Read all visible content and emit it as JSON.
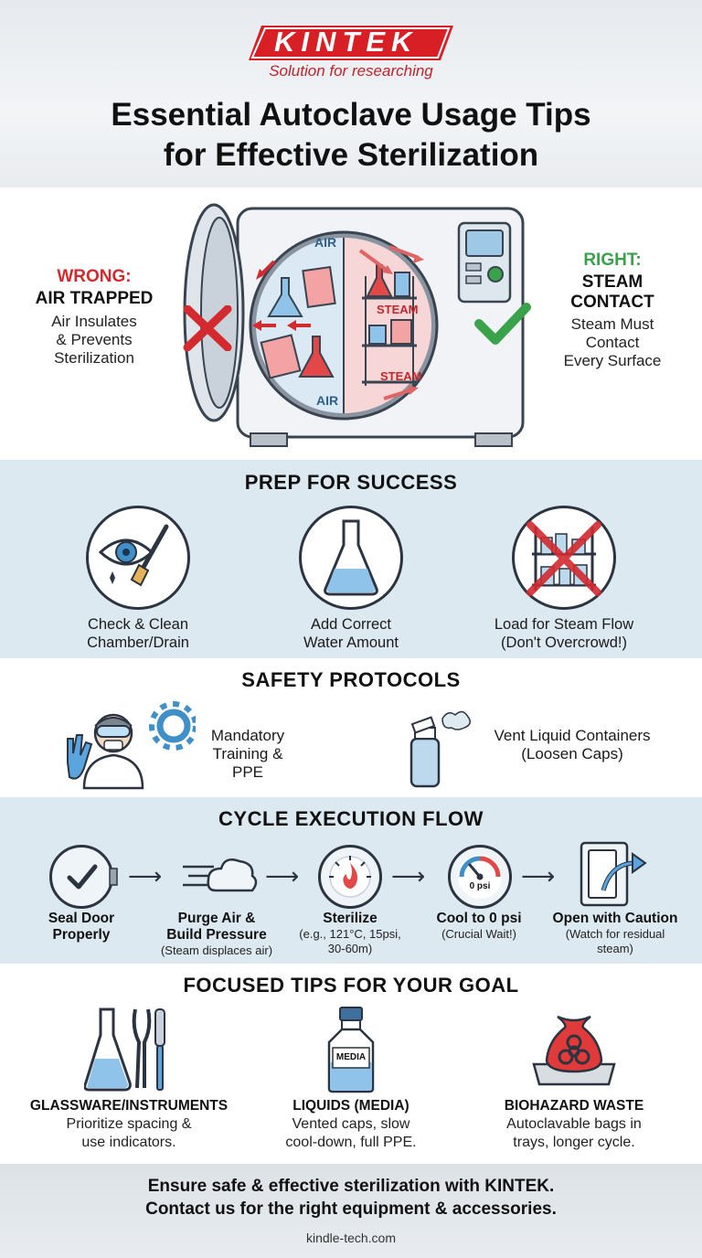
{
  "brand": {
    "name": "KINTEK",
    "tagline": "Solution for researching",
    "color": "#d91f26"
  },
  "title": {
    "line1": "Essential Autoclave Usage Tips",
    "line2": "for Effective Sterilization"
  },
  "hero": {
    "wrong": {
      "label": "WRONG:",
      "title": "AIR TRAPPED",
      "desc_lines": [
        "Air Insulates",
        "& Prevents",
        "Sterilization"
      ]
    },
    "right": {
      "label": "RIGHT:",
      "title_lines": [
        "STEAM",
        "CONTACT"
      ],
      "desc_lines": [
        "Steam Must",
        "Contact",
        "Every Surface"
      ]
    },
    "chamber_labels": {
      "air_top": "AIR",
      "air_bottom": "AIR",
      "steam_1": "STEAM",
      "steam_2": "STEAM"
    }
  },
  "prep": {
    "title": "PREP FOR SUCCESS",
    "items": [
      {
        "icon": "eye-brush-icon",
        "lines": [
          "Check & Clean",
          "Chamber/Drain"
        ]
      },
      {
        "icon": "flask-icon",
        "lines": [
          "Add Correct",
          "Water Amount"
        ]
      },
      {
        "icon": "overcrowded-shelf-icon",
        "lines": [
          "Load for Steam Flow",
          "(Don't Overcrowd!)"
        ]
      }
    ]
  },
  "safety": {
    "title": "SAFETY PROTOCOLS",
    "items": [
      {
        "icon": "scientist-ppe-icon",
        "lines": [
          "Mandatory",
          "Training & PPE"
        ]
      },
      {
        "icon": "vented-bottle-icon",
        "lines": [
          "Vent Liquid Containers",
          "(Loosen Caps)"
        ]
      }
    ]
  },
  "flow": {
    "title": "CYCLE EXECUTION FLOW",
    "steps": [
      {
        "icon": "sealed-door-icon",
        "title_lines": [
          "Seal Door",
          "Properly"
        ],
        "sub_lines": []
      },
      {
        "icon": "steam-cloud-icon",
        "title_lines": [
          "Purge Air &",
          "Build Pressure"
        ],
        "sub_lines": [
          "(Steam displaces air)"
        ]
      },
      {
        "icon": "flame-gauge-icon",
        "title_lines": [
          "Sterilize"
        ],
        "sub_lines": [
          "(e.g., 121°C, 15psi,",
          "30-60m)"
        ]
      },
      {
        "icon": "pressure-gauge-icon",
        "title_lines": [
          "Cool to 0 psi"
        ],
        "sub_lines": [
          "(Crucial Wait!)"
        ],
        "gauge_text": "0 psi"
      },
      {
        "icon": "open-door-icon",
        "title_lines": [
          "Open with Caution"
        ],
        "sub_lines": [
          "(Watch for residual",
          "steam)"
        ]
      }
    ]
  },
  "tips": {
    "title": "FOCUSED TIPS FOR YOUR GOAL",
    "items": [
      {
        "icon": "glassware-instruments-icon",
        "title": "GLASSWARE/INSTRUMENTS",
        "lines": [
          "Prioritize spacing &",
          "use indicators."
        ]
      },
      {
        "icon": "media-bottle-icon",
        "title": "LIQUIDS (MEDIA)",
        "lines": [
          "Vented caps, slow",
          "cool-down, full PPE."
        ],
        "bottle_label": "MEDIA"
      },
      {
        "icon": "biohazard-bag-icon",
        "title": "BIOHAZARD WASTE",
        "lines": [
          "Autoclavable bags in",
          "trays, longer cycle."
        ]
      }
    ]
  },
  "footer": {
    "line1": "Ensure safe & effective sterilization with KINTEK.",
    "line2": "Contact us for the right equipment & accessories.",
    "site": "kindle-tech.com"
  },
  "colors": {
    "wrong": "#d22a2f",
    "right": "#3aa24a",
    "section_blue": "#dde9f1",
    "accent_blue": "#3f8fc9"
  }
}
